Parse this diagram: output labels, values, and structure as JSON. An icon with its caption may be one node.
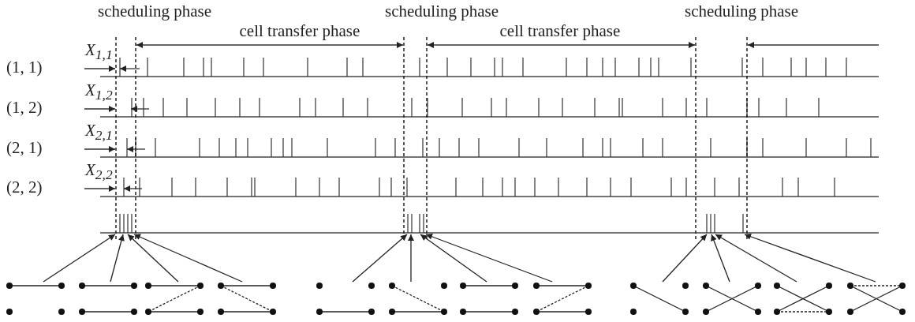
{
  "diagram": {
    "nodes": [
      {
        "text": [],
        "shape": "picture"
      },
      {
        "text": [],
        "shape": "picture"
      },
      {
        "text": [],
        "shape": "picture"
      },
      {
        "text": [],
        "shape": "picture"
      },
      {
        "text": [],
        "shape": "picture"
      },
      {
        "text": [],
        "shape": "picture"
      },
      {
        "text": [],
        "shape": "picture"
      },
      {
        "text": [],
        "shape": "picture"
      },
      {
        "text": [],
        "shape": "picture"
      },
      {
        "text": [],
        "shape": "picture"
      },
      {
        "text": [],
        "shape": "picture"
      },
      {
        "text": [],
        "shape": "picture"
      }
    ],
    "edges": [
      {
        "from": 0,
        "to": null,
        "arrow": "to"
      },
      {
        "from": 1,
        "to": null,
        "arrow": "to"
      },
      {
        "from": 2,
        "to": null,
        "arrow": "to"
      },
      {
        "from": 3,
        "to": null,
        "arrow": "to"
      },
      {
        "from": 4,
        "to": null,
        "arrow": "to"
      },
      {
        "from": 5,
        "to": null,
        "arrow": "to"
      },
      {
        "from": 6,
        "to": null,
        "arrow": "to"
      },
      {
        "from": 7,
        "to": null,
        "arrow": "to"
      },
      {
        "from": 8,
        "to": null,
        "arrow": "to"
      },
      {
        "from": 9,
        "to": null,
        "arrow": "to"
      },
      {
        "from": 10,
        "to": null,
        "arrow": "to"
      },
      {
        "from": 11,
        "to": null,
        "arrow": "to"
      }
    ],
    "labels": [
      "scheduling phase",
      "scheduling phase",
      "scheduling phase",
      "cell transfer phase",
      "cell transfer phase",
      "(1, 1)",
      "X$_{1,1}$",
      "(1, 2)",
      "X$_{1,2}$",
      "(2, 1)",
      "X$_{2,1}$",
      "(2, 2)",
      "X$_{2,2}$"
    ]
  }
}
